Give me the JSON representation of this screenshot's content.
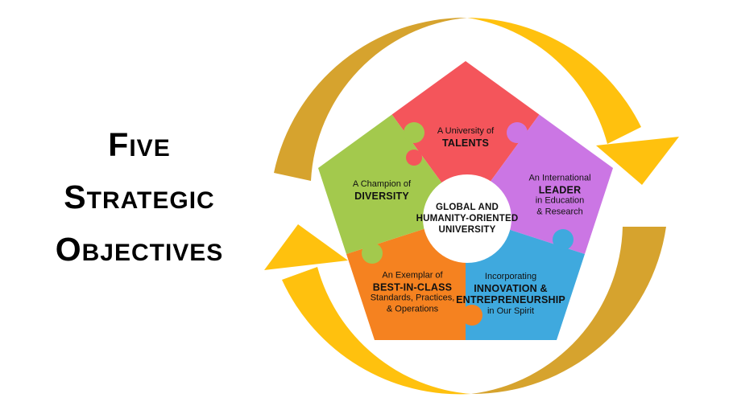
{
  "title": {
    "lines": [
      {
        "lead": "F",
        "rest": "IVE"
      },
      {
        "lead": "S",
        "rest": "TRATEGIC"
      },
      {
        "lead": "O",
        "rest": "BJECTIVES"
      }
    ]
  },
  "center": {
    "lines": [
      "GLOBAL AND",
      "HUMANITY-ORIENTED",
      "UNIVERSITY"
    ]
  },
  "pieces": [
    {
      "id": "talents",
      "color": "#F4555B",
      "lines": [
        "A University of",
        "TALENTS"
      ]
    },
    {
      "id": "leader",
      "color": "#CB76E4",
      "lines": [
        "An International",
        "LEADER",
        "in Education",
        "& Research"
      ]
    },
    {
      "id": "innovation",
      "color": "#3FA9DE",
      "lines": [
        "Incorporating",
        "INNOVATION &",
        "ENTREPRENEURSHIP",
        "in Our Spirit"
      ]
    },
    {
      "id": "best-in-class",
      "color": "#F58220",
      "lines": [
        "An Exemplar of",
        "BEST-IN-CLASS",
        "Standards, Practices,",
        "& Operations"
      ]
    },
    {
      "id": "diversity",
      "color": "#A3C94D",
      "lines": [
        "A Champion of",
        "DIVERSITY"
      ]
    }
  ],
  "colors": {
    "arrow_dark": "#D6A32E",
    "arrow_bright": "#FFC10E",
    "circle_fill": "#FFFFFF",
    "background": "#FFFFFF",
    "text": "#111111"
  }
}
